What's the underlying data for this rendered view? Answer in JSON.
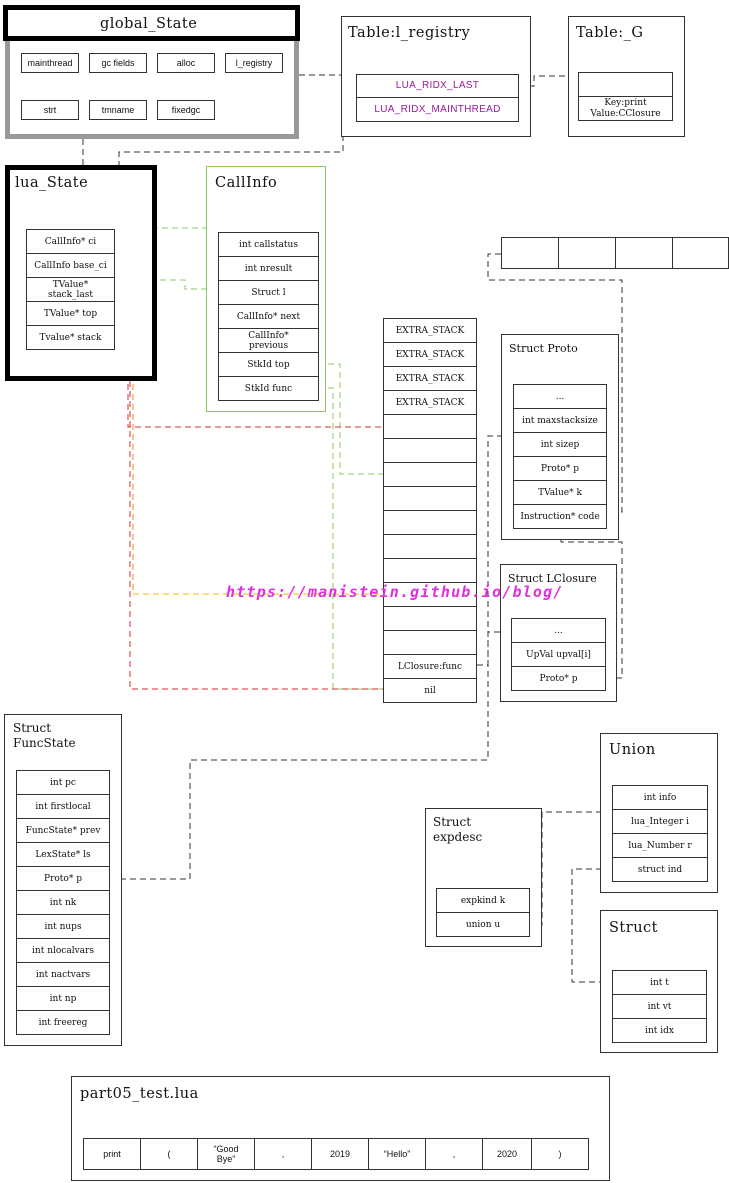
{
  "global_state": {
    "title": "global_State",
    "fields": [
      "mainthread",
      "gc fields",
      "alloc",
      "l_registry",
      "strt",
      "tmname",
      "fixedgc"
    ]
  },
  "registry": {
    "title": "Table:l_registry",
    "entries": [
      "LUA_RIDX_LAST",
      "LUA_RIDX_MAINTHREAD"
    ]
  },
  "globals_table": {
    "title": "Table:_G",
    "entry_line1": "Key:print",
    "entry_line2": "Value:CClosure"
  },
  "lua_state": {
    "title": "lua_State",
    "fields": [
      "CallInfo* ci",
      "CallInfo base_ci",
      "TValue* stack_last",
      "TValue* top",
      "Tvalue* stack"
    ]
  },
  "callinfo": {
    "title": "CallInfo",
    "fields": [
      "int callstatus",
      "int nresult",
      "Struct l",
      "CallInfo* next",
      "CallInfo* previous",
      "StkId top",
      "StkId func"
    ]
  },
  "stack": {
    "cells": [
      "EXTRA_STACK",
      "EXTRA_STACK",
      "EXTRA_STACK",
      "EXTRA_STACK",
      "",
      "",
      "",
      "",
      "",
      "",
      "",
      "",
      "",
      "",
      "LClosure:func",
      "nil"
    ]
  },
  "proto": {
    "title": "Struct Proto",
    "fields": [
      "...",
      "int maxstacksize",
      "int sizep",
      "Proto* p",
      "TValue* k",
      "Instruction* code"
    ]
  },
  "lclosure": {
    "title": "Struct LClosure",
    "fields": [
      "...",
      "UpVal upval[i]",
      "Proto* p"
    ]
  },
  "funcstate": {
    "title": "Struct FuncState",
    "fields": [
      "int pc",
      "int firstlocal",
      "FuncState* prev",
      "LexState* ls",
      "Proto* p",
      "int nk",
      "int nups",
      "int nlocalvars",
      "int nactvars",
      "int np",
      "int freereg"
    ]
  },
  "expdesc": {
    "title": "Struct expdesc",
    "fields": [
      "expkind k",
      "union u"
    ]
  },
  "union_box": {
    "title": "Union",
    "fields": [
      "int info",
      "lua_Integer i",
      "lua_Number r",
      "struct ind"
    ]
  },
  "struct_box": {
    "title": "Struct",
    "fields": [
      "int t",
      "int vt",
      "int idx"
    ]
  },
  "test_file": {
    "title": "part05_test.lua",
    "tokens": [
      "print",
      "(",
      "“Good Bye”",
      ",",
      "2019",
      "“Hello”",
      ",",
      "2020",
      ")"
    ]
  },
  "watermark": "https://manistein.github.io/blog/",
  "colors": {
    "gray_dash": "#333333",
    "green_dash": "#8cc860",
    "red_dash": "#d03030",
    "orange_dash": "#f08a20",
    "yellow_dash": "#f2c200",
    "purple_text": "#9a1a9a",
    "watermark": "#e030e0"
  }
}
